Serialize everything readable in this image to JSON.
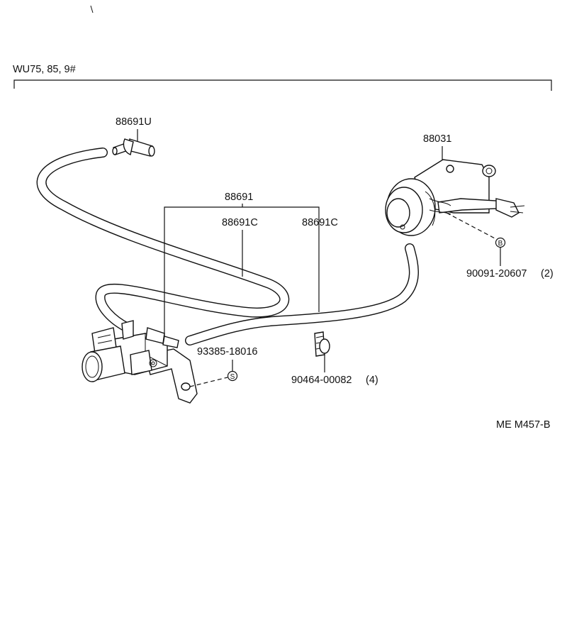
{
  "header": {
    "model_range": "WU75, 85, 9#"
  },
  "footer": {
    "figure_code": "ME M457-B"
  },
  "callouts": {
    "tee_fitting": "88691U",
    "hose_set": "88691",
    "hose_upper": "88691C",
    "hose_lower": "88691C",
    "egr_valve": "88031",
    "bolt": "90091-20607",
    "bolt_qty": "(2)",
    "bolt_symbol": "B",
    "vsv_screw": "93385-18016",
    "screw_symbol": "S",
    "clamp": "90464-00082",
    "clamp_qty": "(4)"
  }
}
